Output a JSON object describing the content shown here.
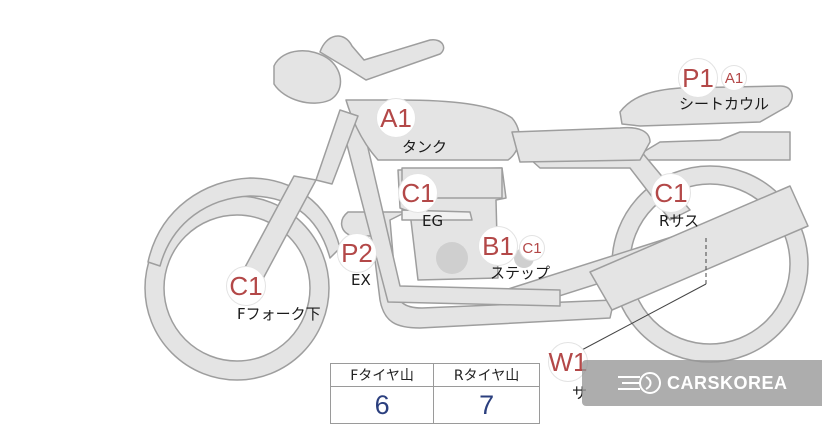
{
  "colors": {
    "part_fill": "#e4e4e4",
    "part_stroke": "#9e9e9e",
    "badge_text": "#b34848",
    "value_text": "#2b3f7e"
  },
  "markers": [
    {
      "id": "tank",
      "grade": "A1",
      "label": "タンク"
    },
    {
      "id": "seat-cowl",
      "grade": "P1",
      "sub_grade": "A1",
      "label": "シートカウル"
    },
    {
      "id": "engine",
      "grade": "C1",
      "label": "EG"
    },
    {
      "id": "rear-suspension",
      "grade": "C1",
      "label": "Rサス"
    },
    {
      "id": "exhaust",
      "grade": "P2",
      "label": "EX"
    },
    {
      "id": "step",
      "grade": "B1",
      "sub_grade": "C1",
      "label": "ステップ"
    },
    {
      "id": "front-fork-lower",
      "grade": "C1",
      "label": "Fフォーク下"
    },
    {
      "id": "muffler",
      "grade": "W1",
      "label": "サ"
    }
  ],
  "tire_table": {
    "front_header": "Fタイヤ山",
    "rear_header": "Rタイヤ山",
    "front_value": "6",
    "rear_value": "7"
  },
  "watermark": {
    "text": "CARSKOREA",
    "icon": "carskorea-logo-icon"
  }
}
